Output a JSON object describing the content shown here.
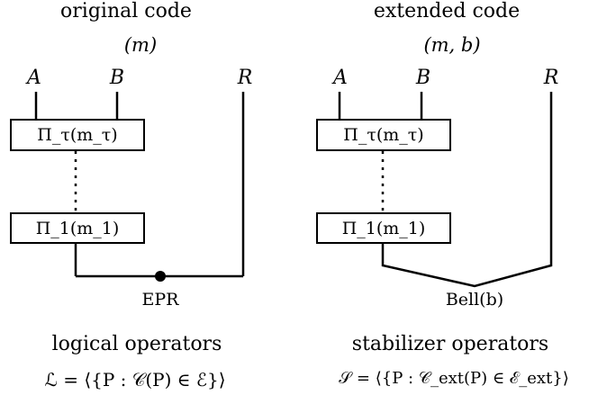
{
  "left": {
    "title": "original code",
    "params": "(m)",
    "wire_labels": {
      "a": "A",
      "b": "B",
      "r": "R"
    },
    "box_top": "Π_τ(m_τ)",
    "box_bottom": "Π_1(m_1)",
    "junction_label": "EPR",
    "footer_title": "logical operators",
    "footer_eq": "ℒ = ⟨{P : 𝒞(P) ∈ ℰ}⟩"
  },
  "right": {
    "title": "extended code",
    "params": "(m, b)",
    "wire_labels": {
      "a": "A",
      "b": "B",
      "r": "R"
    },
    "box_top": "Π_τ(m_τ)",
    "box_bottom": "Π_1(m_1)",
    "junction_label": "Bell(b)",
    "footer_title": "stabilizer operators",
    "footer_eq": "𝒮 = ⟨{P : 𝒞_ext(P) ∈ ℰ_ext}⟩"
  }
}
